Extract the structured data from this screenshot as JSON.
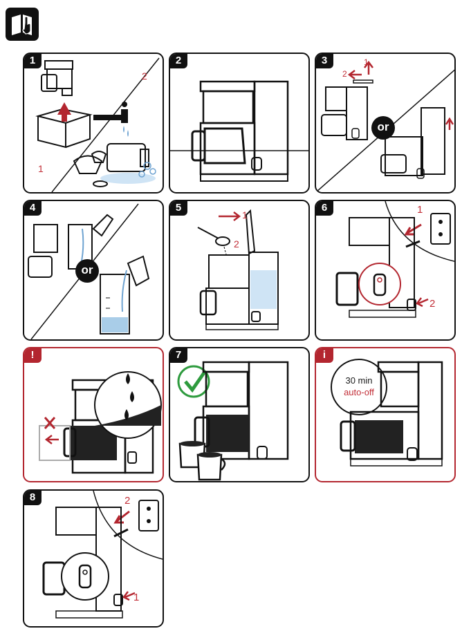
{
  "steps": {
    "s1": {
      "num": "1",
      "label_a": "1",
      "label_b": "2"
    },
    "s2": {
      "num": "2"
    },
    "s3": {
      "num": "3",
      "arrow_1": "1",
      "arrow_2": "2",
      "or_label": "or"
    },
    "s4": {
      "num": "4",
      "or_label": "or"
    },
    "s5": {
      "num": "5",
      "arrow_1": "1",
      "arrow_2": "2"
    },
    "s6": {
      "num": "6",
      "arrow_1": "1",
      "arrow_2": "2"
    },
    "warn": {
      "badge": "!"
    },
    "s7": {
      "num": "7"
    },
    "info": {
      "badge": "i",
      "timer_value": "30 min",
      "timer_label": "auto-off"
    },
    "s8": {
      "num": "8",
      "arrow_1": "1",
      "arrow_2": "2"
    }
  },
  "colors": {
    "accent_red": "#b3262f",
    "check_green": "#2e9b3e",
    "ink": "#111111",
    "water": "#a9cde8"
  },
  "icons": {
    "manual": "read-manual-icon"
  }
}
